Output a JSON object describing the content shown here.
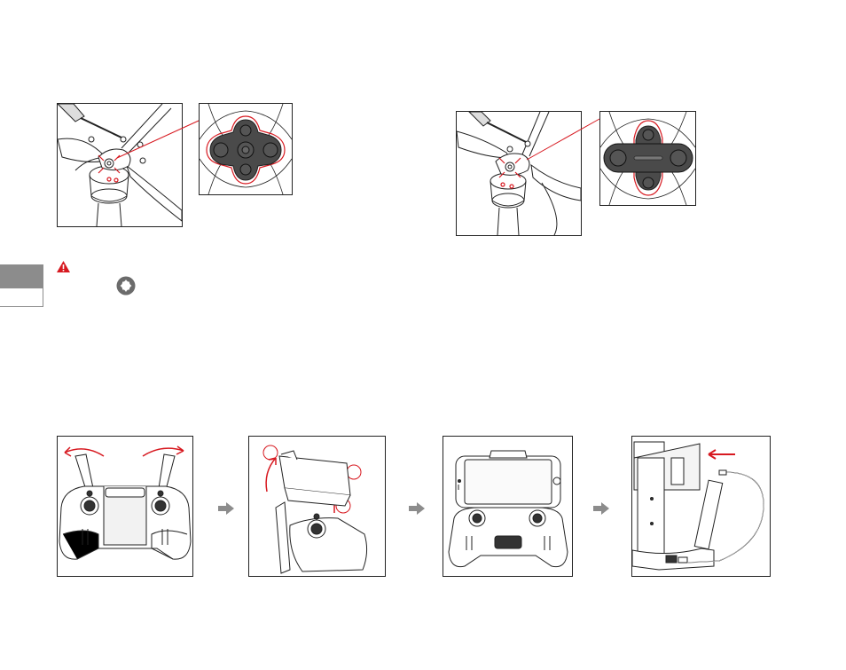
{
  "page": {
    "background": "#ffffff"
  },
  "colors": {
    "accent_red": "#d71920",
    "line": "#222222",
    "gray": "#8c8c8c"
  },
  "icons": {
    "warning": "warning-triangle-icon",
    "torx": "torx-bit-icon",
    "step_arrow": "right-arrow-icon"
  },
  "figures": {
    "left_propeller": "propeller-install-left",
    "left_detail": "hub-detail-left",
    "right_propeller": "propeller-install-right",
    "right_detail": "hub-detail-right",
    "steps": [
      "controller-unfold",
      "clamp-extend",
      "phone-mounted",
      "cable-connect"
    ]
  },
  "step_markers": [
    "",
    "",
    ""
  ]
}
